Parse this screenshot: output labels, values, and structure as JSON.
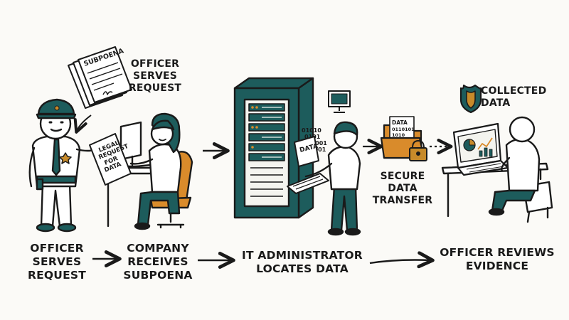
{
  "callouts": {
    "serves_request": [
      "OFFICER",
      "SERVES",
      "REQUEST"
    ],
    "secure_transfer": [
      "SECURE",
      "DATA",
      "TRANSFER"
    ],
    "collected_data": [
      "COLLECTED",
      "DATA"
    ]
  },
  "documents": {
    "subpoena": "SUBPOENA",
    "legal_request": [
      "LEGAL",
      "REQUEST",
      "FOR",
      "DATA"
    ],
    "admin_doc": "DATA",
    "folder_tag": "DATA",
    "folder_bits": [
      "0110101",
      "1010"
    ],
    "screen_bits": [
      "01010",
      "0101",
      "11001",
      "1001"
    ]
  },
  "steps": [
    {
      "lines": [
        "OFFICER",
        "SERVES",
        "REQUEST"
      ]
    },
    {
      "lines": [
        "COMPANY",
        "RECEIVES",
        "SUBPOENA"
      ]
    },
    {
      "lines": [
        "IT ADMINISTRATOR",
        "LOCATES DATA"
      ]
    },
    {
      "lines": [
        "OFFICER REVIEWS",
        "EVIDENCE"
      ]
    }
  ],
  "colors": {
    "ink": "#1a1a1a",
    "teal": "#1d5c5c",
    "gold": "#c78a2a",
    "orange": "#d98b2b",
    "paper": "#ffffff",
    "skin": "#ffffff"
  }
}
